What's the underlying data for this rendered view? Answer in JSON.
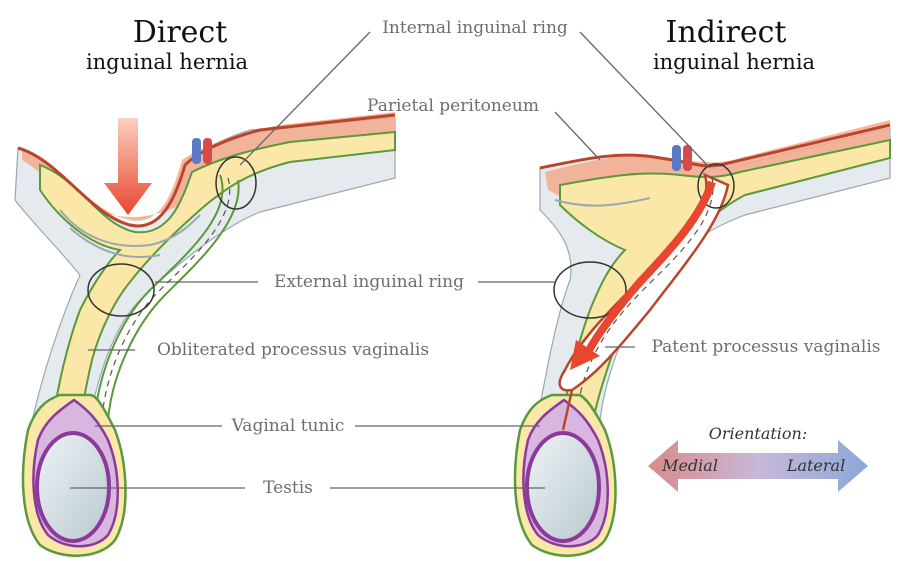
{
  "direct": {
    "title": "Direct",
    "subtitle": "inguinal hernia"
  },
  "indirect": {
    "title": "Indirect",
    "subtitle": "inguinal hernia"
  },
  "labels": {
    "internal_ring": "Internal inguinal ring",
    "parietal_peritoneum": "Parietal peritoneum",
    "external_ring": "External inguinal ring",
    "obliterated": "Obliterated processus vaginalis",
    "patent": "Patent processus vaginalis",
    "vaginal_tunic": "Vaginal tunic",
    "testis": "Testis"
  },
  "orientation": {
    "title": "Orientation:",
    "left": "Medial",
    "right": "Lateral"
  },
  "colors": {
    "hernia_arrow": "#e8462e",
    "peritoneum": "#b8462c",
    "fascia_green": "#5a9a3a",
    "fat_yellow": "#fbe7a8",
    "muscle_salmon": "#f4a98c",
    "tunic_purple": "#8c3a9a",
    "testis_fill": "#dfe8ec",
    "medial": "#d98a8a",
    "lateral": "#8aa8d8"
  }
}
